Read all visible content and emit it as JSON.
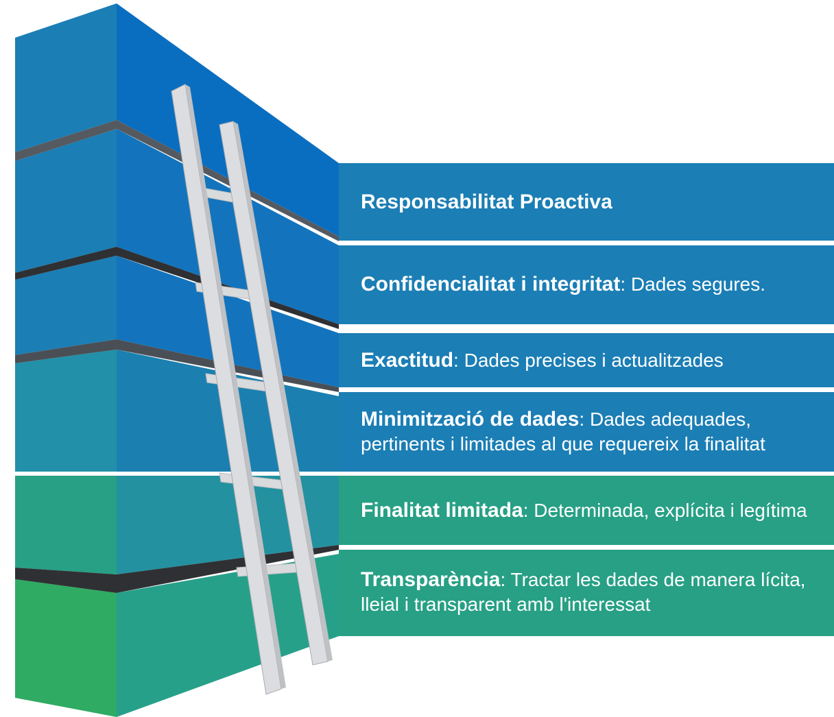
{
  "colors": {
    "blue_dark": "#0A6EC0",
    "blue_mid": "#1B7EB5",
    "teal_blue": "#228DA6",
    "teal": "#27A085",
    "green": "#2FAB63",
    "gap_dark": "#2f3033",
    "ladder": "#d9dadc"
  },
  "principles": [
    {
      "title": "Responsabilitat Proactiva",
      "sep": "",
      "desc": ""
    },
    {
      "title": "Confidencialitat i integritat",
      "sep": ": ",
      "desc": "Dades segures."
    },
    {
      "title": "Exactitud",
      "sep": ": ",
      "desc": "Dades precises i actualitzades"
    },
    {
      "title": "Minimització de dades",
      "sep": ": ",
      "desc": "Dades adequades, pertinents i limitades al que requereix la finalitat"
    },
    {
      "title": "Finalitat limitada",
      "sep": ": ",
      "desc": "Determinada, explícita i legítima"
    },
    {
      "title": "Transparència",
      "sep": ": ",
      "desc": "Tractar les dades de manera lícita, lleial i transparent amb l'interessat"
    }
  ]
}
